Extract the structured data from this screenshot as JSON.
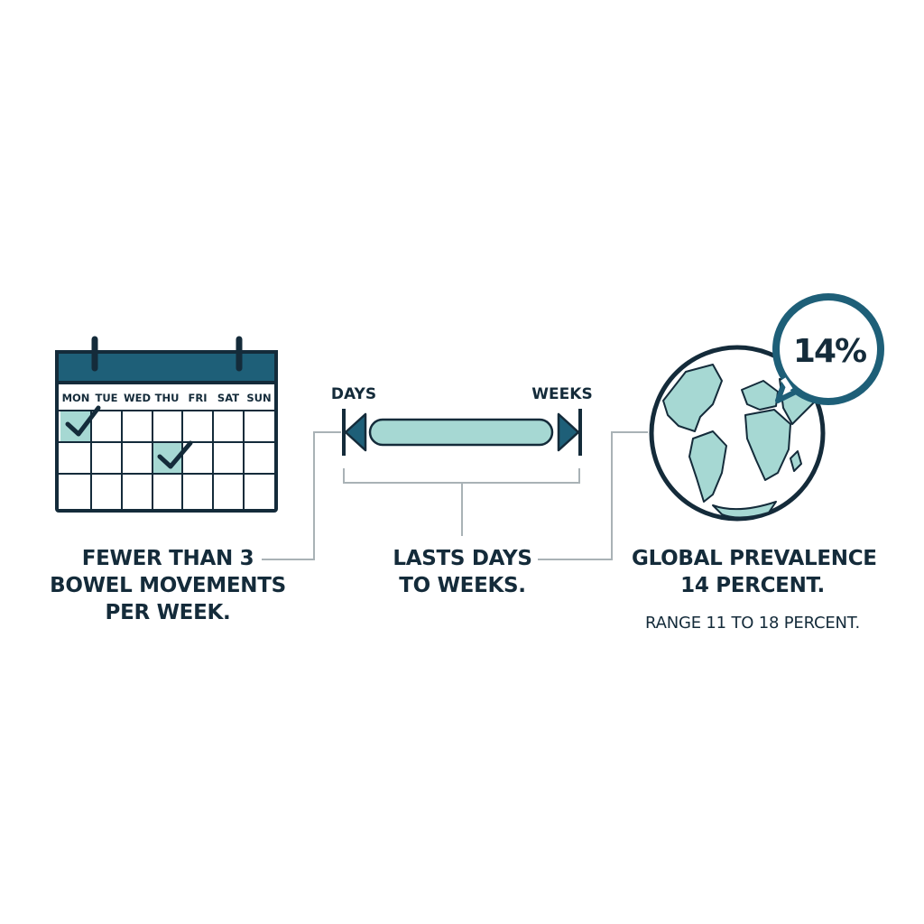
{
  "calendar": {
    "days": [
      "MON",
      "TUE",
      "WED",
      "THU",
      "FRI",
      "SAT",
      "SUN"
    ],
    "caption_lines": [
      "FEWER THAN 3",
      "BOWEL MOVEMENTS",
      "PER WEEK."
    ]
  },
  "duration": {
    "start_label": "DAYS",
    "end_label": "WEEKS",
    "caption_lines": [
      "LASTS DAYS",
      "TO WEEKS."
    ]
  },
  "prevalence": {
    "badge": "14%",
    "caption_lines": [
      "GLOBAL PREVALENCE",
      "14 PERCENT."
    ],
    "range_note": "RANGE 11 TO 18 PERCENT."
  },
  "colors": {
    "navy": "#142b3a",
    "teal_dark": "#1e5f78",
    "teal_light": "#a6d8d3",
    "line_gray": "#a9b2b6"
  }
}
